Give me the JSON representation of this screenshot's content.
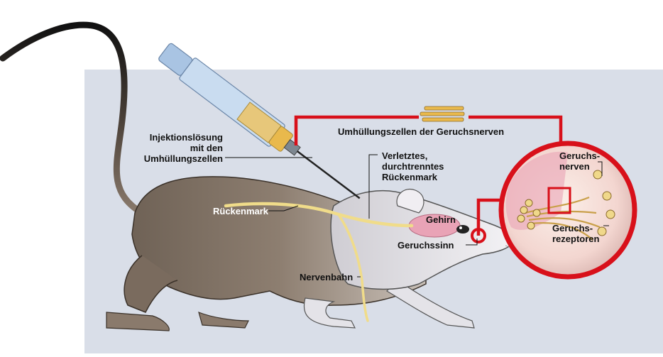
{
  "labels": {
    "injection": [
      "Injektionslösung",
      "mit den",
      "Umhüllungszellen"
    ],
    "spinal_cord": "Rückenmark",
    "injured": [
      "Verletztes,",
      "durchtrenntes",
      "Rückenmark"
    ],
    "ensheathing": "Umhüllungszellen der Geruchsnerven",
    "brain": "Gehirn",
    "smell": "Geruchssinn",
    "nerve_path": "Nervenbahn",
    "olfactory_nerves": [
      "Geruchs-",
      "nerven"
    ],
    "olfactory_receptors": [
      "Geruchs-",
      "rezeptoren"
    ]
  },
  "colors": {
    "panel": "#d9dee8",
    "rat_body": "#8a7a6c",
    "rat_light": "#e9e8ec",
    "nerve": "#f0dc8a",
    "accent_red": "#d8101a",
    "brain_pink": "#e9a3b6",
    "syringe_blue": "#c9dcf0",
    "tail": "#1c1c1c"
  }
}
